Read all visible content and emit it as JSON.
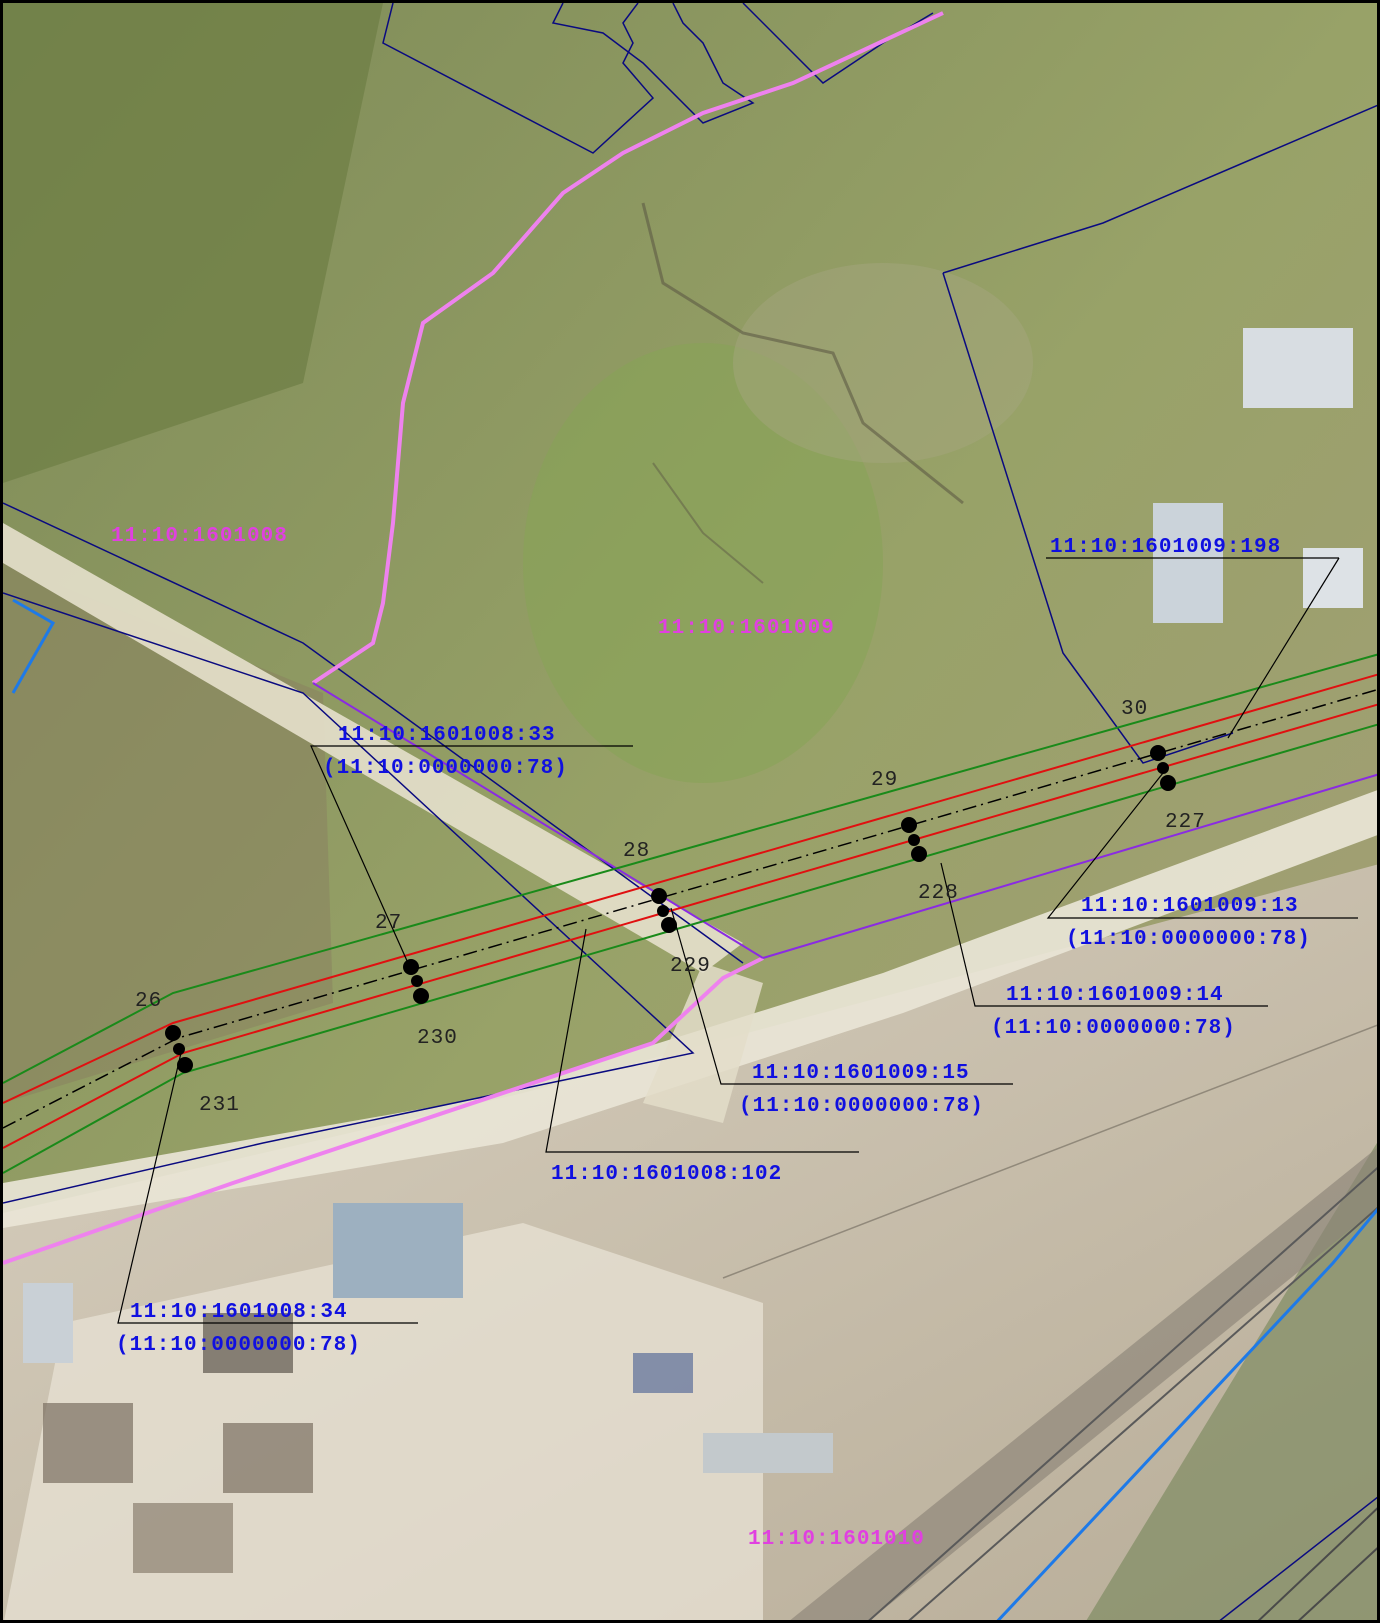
{
  "colors": {
    "block_label": "#e040e0",
    "parcel_label": "#1010e0",
    "parcel_boundary": "#0a0a80",
    "block_boundary": "#ee82ee",
    "zone_green": "#1a8a1a",
    "zone_red": "#e01010",
    "axis_line": "#000000",
    "purple_line": "#8a2be2",
    "blue_boundary": "#1e7ae8"
  },
  "block_labels": [
    "11:10:1601008",
    "11:10:1601009",
    "11:10:1601010"
  ],
  "parcel_labels": [
    {
      "main": "11:10:1601008:33",
      "sub": "(11:10:0000000:78)"
    },
    {
      "main": "11:10:1601009:198",
      "sub": ""
    },
    {
      "main": "11:10:1601009:13",
      "sub": "(11:10:0000000:78)"
    },
    {
      "main": "11:10:1601009:14",
      "sub": "(11:10:0000000:78)"
    },
    {
      "main": "11:10:1601009:15",
      "sub": "(11:10:0000000:78)"
    },
    {
      "main": "11:10:1601008:102",
      "sub": ""
    },
    {
      "main": "11:10:1601008:34",
      "sub": "(11:10:0000000:78)"
    }
  ],
  "point_labels": [
    "26",
    "27",
    "28",
    "29",
    "30",
    "227",
    "228",
    "229",
    "230",
    "231"
  ]
}
